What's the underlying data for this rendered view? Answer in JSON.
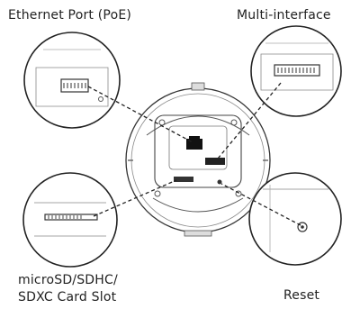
{
  "labels": {
    "ethernet_port": "Ethernet Port (PoE)",
    "multi_interface": "Multi-interface",
    "microsd_slot": "microSD/SDHC/\nSDXC Card Slot",
    "reset": "Reset"
  }
}
